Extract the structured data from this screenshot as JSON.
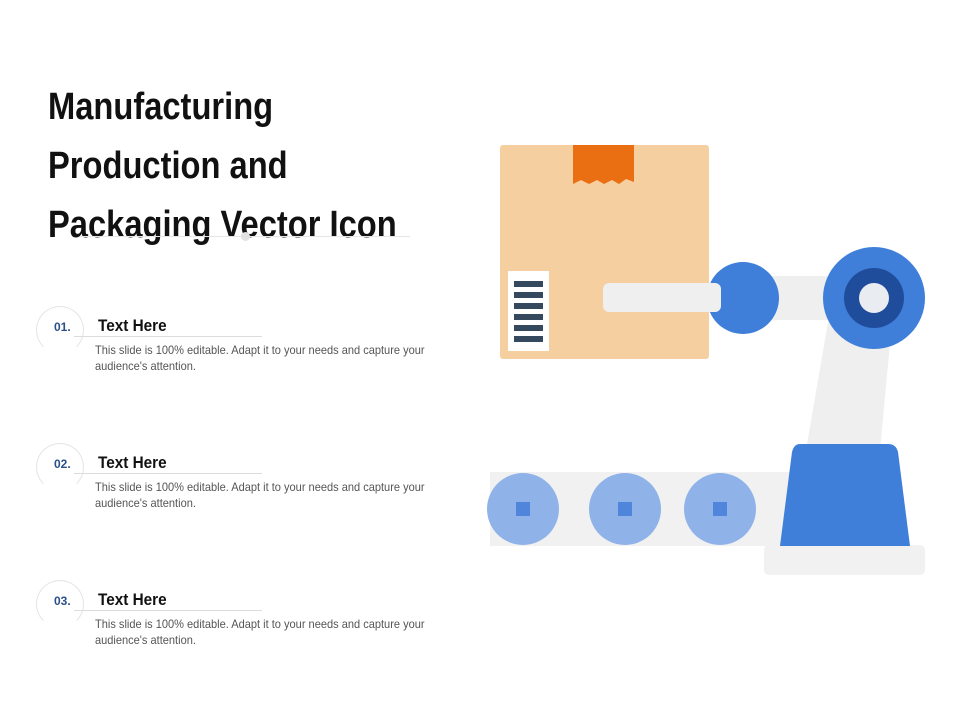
{
  "slide": {
    "title_lines": [
      "Manufacturing",
      "Production and",
      "Packaging Vector Icon"
    ]
  },
  "items": [
    {
      "number": "01.",
      "heading": "Text Here",
      "text": "This slide is 100% editable. Adapt it to your needs and capture your audience's attention."
    },
    {
      "number": "02.",
      "heading": "Text Here",
      "text": "This slide is 100% editable. Adapt it to your needs and capture your audience's attention."
    },
    {
      "number": "03.",
      "heading": "Text Here",
      "text": "This slide is 100% editable. Adapt it to your needs and capture your audience's attention."
    }
  ],
  "illustration": {
    "icons": [
      "cardboard-box-icon",
      "barcode-icon",
      "robotic-arm-icon",
      "conveyor-belt-icon"
    ],
    "colors": {
      "box": "#f5cfa0",
      "tape": "#ea6e12",
      "barcode": "#34495e",
      "arm": "#efefef",
      "joint_blue": "#3f7fd9",
      "joint_dark": "#1f4d9c",
      "roller": "#8fb3e8",
      "roller_center": "#4f86dc",
      "base_blue": "#3f7fd9"
    }
  }
}
